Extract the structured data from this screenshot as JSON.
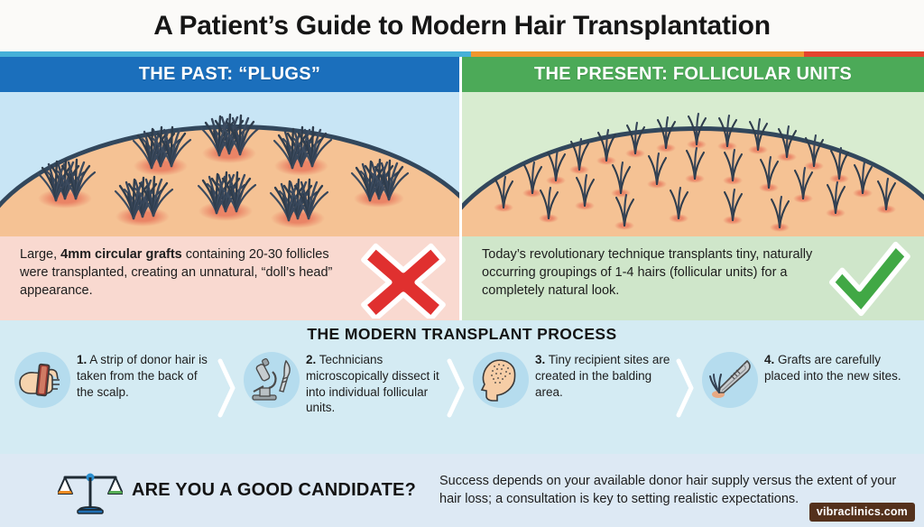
{
  "title": "A Patient’s Guide to Modern Hair Transplantation",
  "accent_strip": {
    "cyan": "#45b0d8",
    "orange": "#f0962d",
    "red": "#e4442f"
  },
  "compare": {
    "left": {
      "heading": "THE PAST: “PLUGS”",
      "heading_color": "#1b6fbc",
      "caption_lead": "Large, ",
      "caption_bold": "4mm circular grafts",
      "caption_rest": " containing 20-30 follicles were transplanted, creating an unnatural, “doll’s head” appearance.",
      "verdict_icon": "red-x-icon",
      "verdict_color": "#e0302f",
      "illustration": "scalp-with-large-plugs"
    },
    "right": {
      "heading": "THE PRESENT: FOLLICULAR UNITS",
      "heading_color": "#4caa58",
      "caption": "Today’s revolutionary technique transplants tiny, naturally occurring groupings of 1-4 hairs (follicular units) for a completely natural look.",
      "verdict_icon": "green-check-icon",
      "verdict_color": "#41a845",
      "illustration": "scalp-with-follicular-units"
    }
  },
  "process": {
    "title": "THE MODERN TRANSPLANT PROCESS",
    "steps": [
      {
        "number": "1.",
        "text": " A strip of donor hair is taken from the back of the scalp.",
        "icon": "hand-holding-donor-strip-icon"
      },
      {
        "number": "2.",
        "text": " Technicians microscopically dissect it into individual follicular units.",
        "icon": "microscope-scalpel-icon"
      },
      {
        "number": "3.",
        "text": " Tiny recipient sites are created in the balding area.",
        "icon": "head-profile-recipient-sites-icon"
      },
      {
        "number": "4.",
        "text": " Grafts are carefully placed into the new sites.",
        "icon": "forceps-graft-icon"
      }
    ]
  },
  "candidate": {
    "icon": "balance-scale-icon",
    "title": "ARE YOU A GOOD CANDIDATE?",
    "text": "Success depends on your available donor hair supply versus the extent of your hair loss; a consultation is key to setting realistic expectations."
  },
  "brand": "vibraclinics.com"
}
